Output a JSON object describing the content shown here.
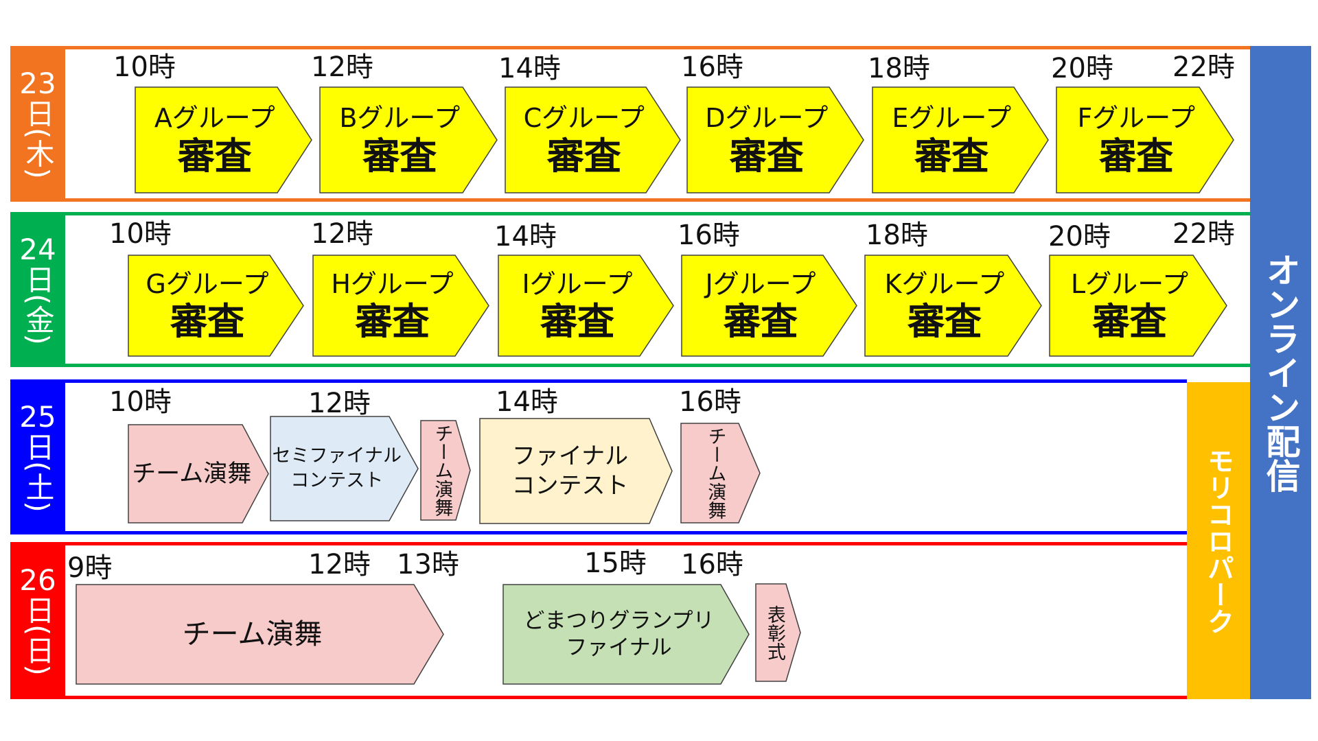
{
  "days": [
    {
      "number": "23",
      "suffix": "日(木)",
      "color": "#F27420",
      "times": [
        "10時",
        "12時",
        "14時",
        "16時",
        "18時",
        "20時",
        "22時"
      ],
      "events": [
        {
          "lines": [
            "Aグループ",
            "審査"
          ],
          "fill": "#FFFF00"
        },
        {
          "lines": [
            "Bグループ",
            "審査"
          ],
          "fill": "#FFFF00"
        },
        {
          "lines": [
            "Cグループ",
            "審査"
          ],
          "fill": "#FFFF00"
        },
        {
          "lines": [
            "Dグループ",
            "審査"
          ],
          "fill": "#FFFF00"
        },
        {
          "lines": [
            "Eグループ",
            "審査"
          ],
          "fill": "#FFFF00"
        },
        {
          "lines": [
            "Fグループ",
            "審査"
          ],
          "fill": "#FFFF00"
        }
      ]
    },
    {
      "number": "24",
      "suffix": "日(金)",
      "color": "#00B050",
      "times": [
        "10時",
        "12時",
        "14時",
        "16時",
        "18時",
        "20時",
        "22時"
      ],
      "events": [
        {
          "lines": [
            "Gグループ",
            "審査"
          ],
          "fill": "#FFFF00"
        },
        {
          "lines": [
            "Hグループ",
            "審査"
          ],
          "fill": "#FFFF00"
        },
        {
          "lines": [
            "Iグループ",
            "審査"
          ],
          "fill": "#FFFF00"
        },
        {
          "lines": [
            "Jグループ",
            "審査"
          ],
          "fill": "#FFFF00"
        },
        {
          "lines": [
            "Kグループ",
            "審査"
          ],
          "fill": "#FFFF00"
        },
        {
          "lines": [
            "Lグループ",
            "審査"
          ],
          "fill": "#FFFF00"
        }
      ]
    },
    {
      "number": "25",
      "suffix": "日(土)",
      "color": "#0000FF",
      "times": [
        "10時",
        "12時",
        "14時",
        "16時"
      ],
      "events": [
        {
          "lines": [
            "チーム演舞"
          ],
          "fill": "#F8CBCB"
        },
        {
          "lines": [
            "セミファイナル",
            "コンテスト"
          ],
          "fill": "#DEEBF7"
        },
        {
          "lines": [
            "チーム演舞"
          ],
          "fill": "#F8CBCB"
        },
        {
          "lines": [
            "ファイナル",
            "コンテスト"
          ],
          "fill": "#FFF2CC"
        },
        {
          "lines": [
            "チーム演舞"
          ],
          "fill": "#F8CBCB"
        }
      ]
    },
    {
      "number": "26",
      "suffix": "日(日)",
      "color": "#FF0000",
      "times": [
        "9時",
        "12時",
        "13時",
        "15時",
        "16時"
      ],
      "events": [
        {
          "lines": [
            "チーム演舞"
          ],
          "fill": "#F8CBCB"
        },
        {
          "lines": [
            "どまつりグランプリ",
            "ファイナル"
          ],
          "fill": "#C5E0B4"
        },
        {
          "lines": [
            "表彰式"
          ],
          "fill": "#F8CBCB"
        }
      ]
    }
  ],
  "side": {
    "online": "オンライン配信",
    "online_color": "#4472C4",
    "venue": "モリコロパーク",
    "venue_color": "#FFC000"
  }
}
